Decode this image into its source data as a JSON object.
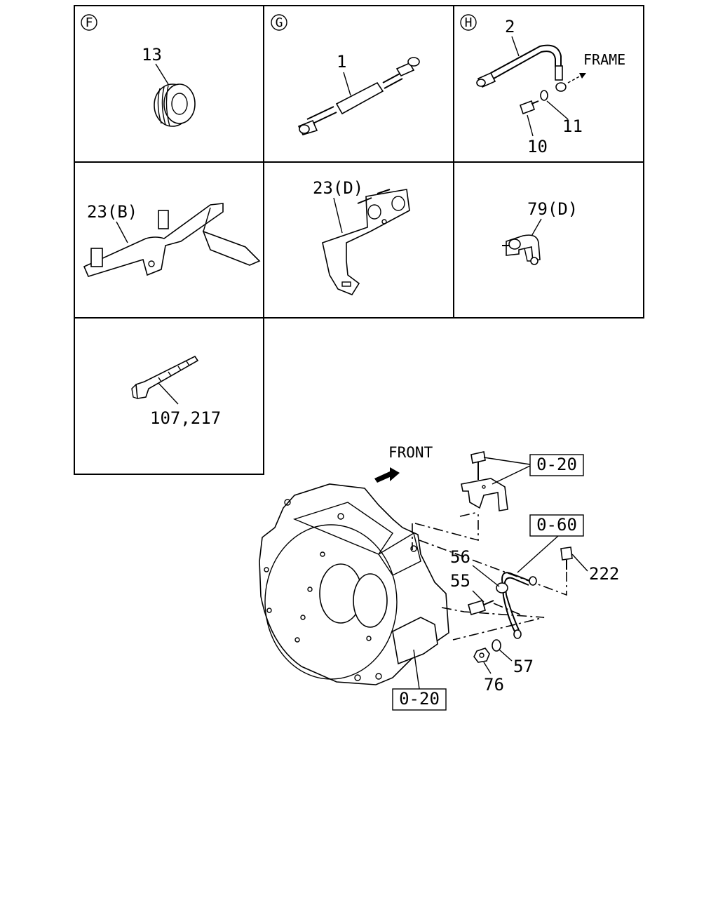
{
  "panels": [
    {
      "id": "F",
      "circle_letter": "F",
      "labels": [
        "13"
      ]
    },
    {
      "id": "G",
      "circle_letter": "G",
      "labels": [
        "1"
      ]
    },
    {
      "id": "H",
      "circle_letter": "H",
      "labels": [
        "2",
        "FRAME",
        "11",
        "10"
      ]
    },
    {
      "id": "row2-left",
      "labels": [
        "23(B)"
      ]
    },
    {
      "id": "row2-mid",
      "labels": [
        "23(D)"
      ]
    },
    {
      "id": "row2-right",
      "labels": [
        "79(D)"
      ]
    },
    {
      "id": "row3-left",
      "labels": [
        "107,217"
      ]
    }
  ],
  "main_assembly": {
    "direction_label": "FRONT",
    "ref_boxes": [
      "0-20",
      "0-60",
      "0-20"
    ],
    "part_labels": [
      "56",
      "55",
      "222",
      "57",
      "76"
    ]
  }
}
